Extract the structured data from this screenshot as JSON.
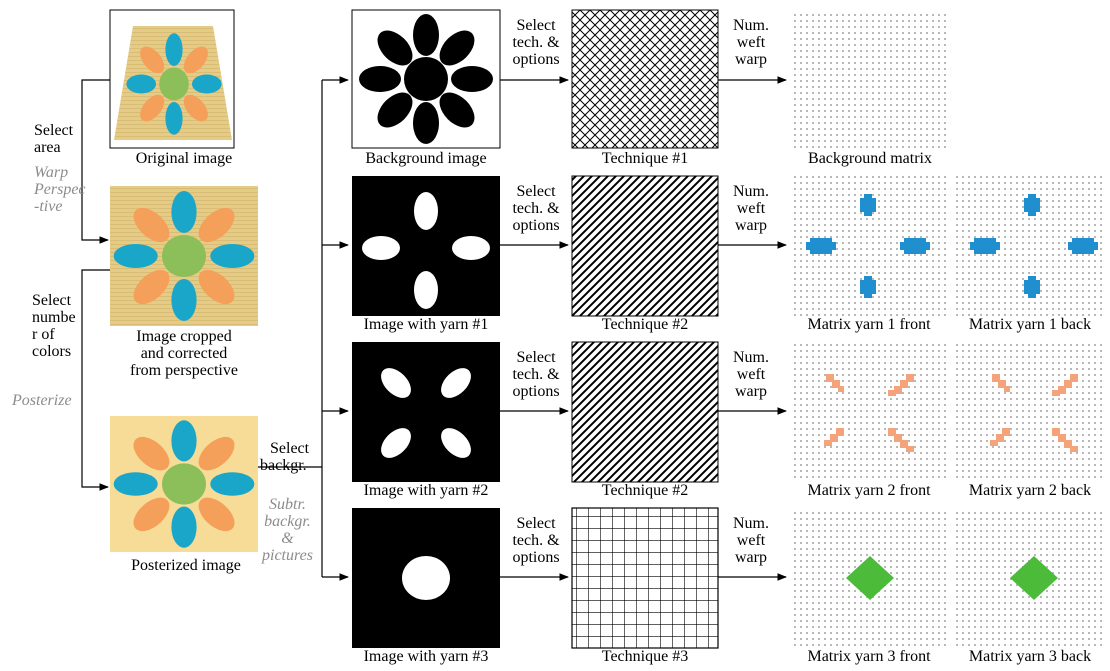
{
  "left_steps": {
    "select_area": [
      "Select",
      "area"
    ],
    "warp": [
      "Warp",
      "Perspec",
      "-tive"
    ],
    "select_colors": [
      "Select",
      "numbe",
      "r of",
      "colors"
    ],
    "posterize": "Posterize",
    "select_backgr": [
      "Select",
      "backgr."
    ],
    "subtr": [
      "Subtr.",
      "backgr.",
      "&",
      "pictures"
    ]
  },
  "images": {
    "original": "Original image",
    "cropped": [
      "Image cropped",
      "and corrected",
      "from perspective"
    ],
    "posterized": "Posterized image"
  },
  "rows": [
    {
      "mask_caption": "Background image",
      "select_label": [
        "Select",
        "tech. &",
        "options"
      ],
      "technique_caption": "Technique #1",
      "num_label": [
        "Num.",
        "weft",
        "warp"
      ],
      "matrix_captions": [
        "Background matrix"
      ],
      "yarn_color": "#cfcfcf"
    },
    {
      "mask_caption": "Image with yarn #1",
      "select_label": [
        "Select",
        "tech. &",
        "options"
      ],
      "technique_caption": "Technique #2",
      "num_label": [
        "Num.",
        "weft",
        "warp"
      ],
      "matrix_captions": [
        "Matrix yarn 1 front",
        "Matrix yarn 1 back"
      ],
      "yarn_color": "#1f8fd0"
    },
    {
      "mask_caption": "Image with yarn #2",
      "select_label": [
        "Select",
        "tech. &",
        "options"
      ],
      "technique_caption": "Technique #2",
      "num_label": [
        "Num.",
        "weft",
        "warp"
      ],
      "matrix_captions": [
        "Matrix yarn 2 front",
        "Matrix yarn 2 back"
      ],
      "yarn_color": "#f4a37a"
    },
    {
      "mask_caption": "Image with yarn #3",
      "select_label": [
        "Select",
        "tech. &",
        "options"
      ],
      "technique_caption": "Technique #3",
      "num_label": [
        "Num.",
        "weft",
        "warp"
      ],
      "matrix_captions": [
        "Matrix yarn 3 front",
        "Matrix yarn 3 back"
      ],
      "yarn_color": "#4cbb3a"
    }
  ],
  "colors": {
    "cyan": "#1aa6c9",
    "orange": "#f5a05a",
    "green": "#8cbf5a",
    "beige": "#f6dc96",
    "fabric": "#e6cf8a",
    "caption_gray": "#8c8c8c"
  }
}
